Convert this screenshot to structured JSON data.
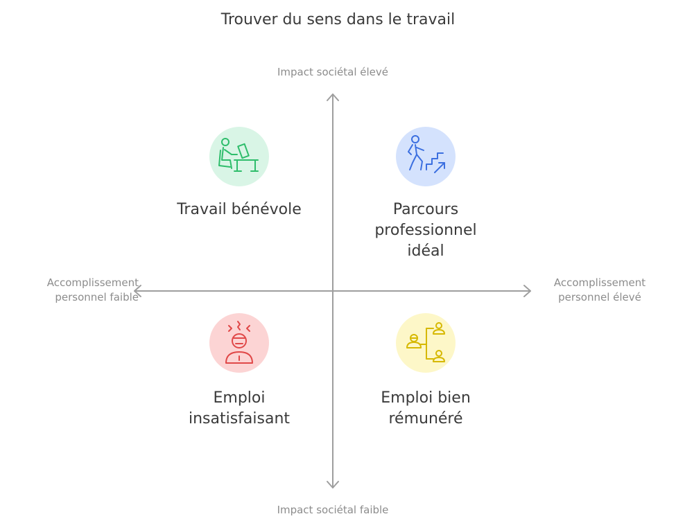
{
  "title": "Trouver du sens dans le travail",
  "axes": {
    "top": "Impact sociétal élevé",
    "bottom": "Impact sociétal faible",
    "left_line1": "Accomplissement",
    "left_line2": "personnel faible",
    "right_line1": "Accomplissement",
    "right_line2": "personnel élevé"
  },
  "quadrants": {
    "top_left": {
      "line1": "Travail bénévole",
      "icon": "person-at-desk-icon",
      "color": "#2ebd6b"
    },
    "top_right": {
      "line1": "Parcours",
      "line2": "professionnel",
      "line3": "idéal",
      "icon": "person-climbing-stairs-icon",
      "color": "#3b6fe0"
    },
    "bottom_left": {
      "line1": "Emploi",
      "line2": "insatisfaisant",
      "icon": "frustrated-person-icon",
      "color": "#e04848"
    },
    "bottom_right": {
      "line1": "Emploi bien",
      "line2": "rémunéré",
      "icon": "person-network-icon",
      "color": "#d6b800"
    }
  },
  "colors": {
    "axis": "#9e9e9e",
    "green_bg": "#d9f5e6",
    "blue_bg": "#d4e2fd",
    "red_bg": "#fcd4d4",
    "yellow_bg": "#fdf7c8"
  }
}
